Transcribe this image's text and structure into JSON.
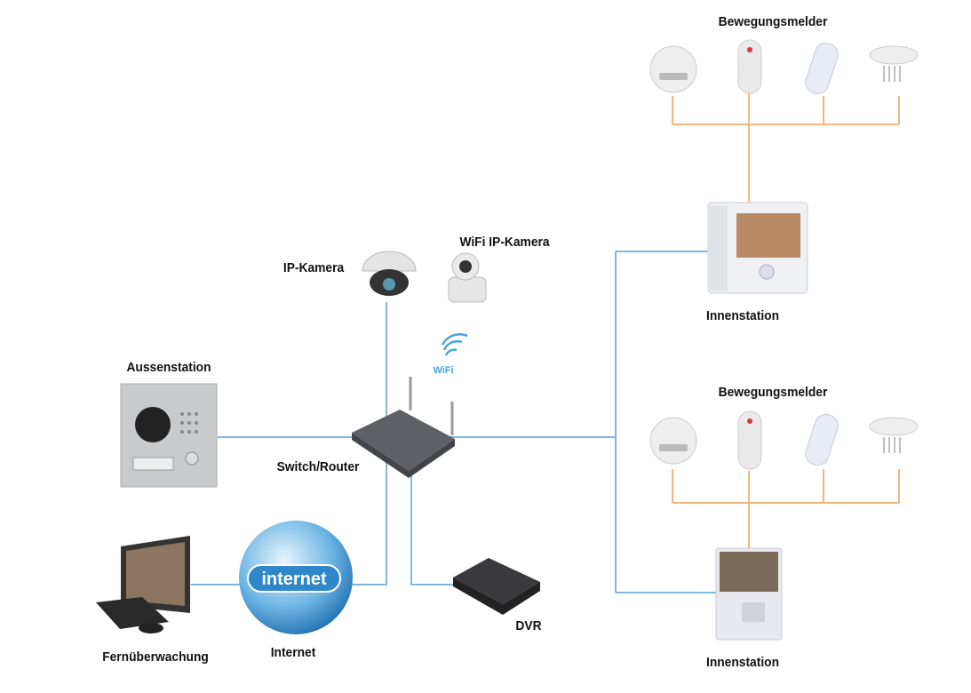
{
  "labels": {
    "motion_top": "Bewegungsmelder",
    "motion_bottom": "Bewegungsmelder",
    "ip_camera": "IP-Kamera",
    "wifi_ip_camera": "WiFi IP-Kamera",
    "outdoor_station": "Aussenstation",
    "switch_router": "Switch/Router",
    "indoor_station_top": "Innenstation",
    "indoor_station_bottom": "Innenstation",
    "remote_monitoring": "Fernüberwachung",
    "internet": "Internet",
    "dvr": "DVR",
    "wifi": "WiFi",
    "internet_globe": "internet"
  },
  "colors": {
    "network_line": "#7db9dd",
    "alarm_line": "#f3b57c",
    "router": "#5f6066",
    "globe": "#2f86c8"
  }
}
